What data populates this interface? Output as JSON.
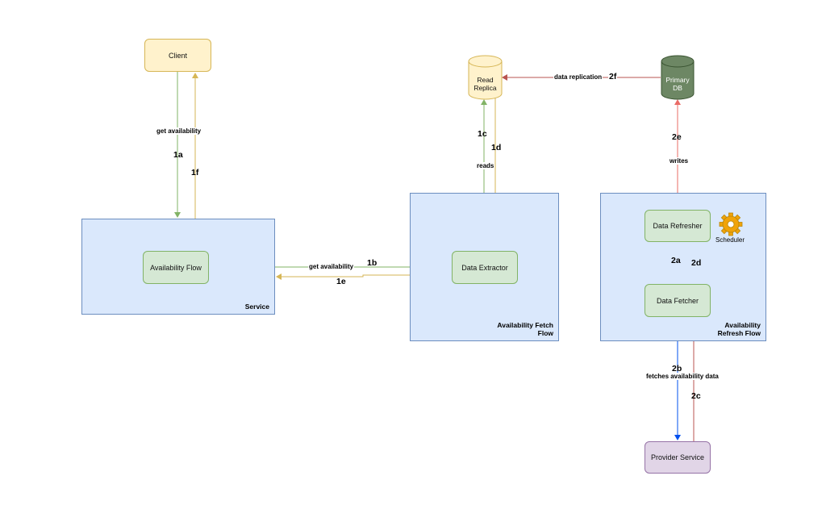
{
  "nodes": {
    "client": "Client",
    "availability_flow": "Availability Flow",
    "data_extractor": "Data Extractor",
    "read_replica": "Read Replica",
    "primary_db": "Primary DB",
    "data_refresher": "Data Refresher",
    "data_fetcher": "Data Fetcher",
    "provider_service": "Provider Service",
    "scheduler": "Scheduler"
  },
  "containers": {
    "service": "Service",
    "fetch_flow": "Availability Fetch Flow",
    "refresh_flow": "Availability Refresh Flow"
  },
  "edge_labels": {
    "get_availability_1": "get availability",
    "step_1a": "1a",
    "step_1f": "1f",
    "get_availability_2": "get availability",
    "step_1b": "1b",
    "step_1e": "1e",
    "step_1c": "1c",
    "step_1d": "1d",
    "reads": "reads",
    "data_replication": "data replication",
    "step_2f": "2f",
    "step_2e": "2e",
    "writes": "writes",
    "step_2a": "2a",
    "step_2d": "2d",
    "step_2b": "2b",
    "fetches_availability_data": "fetches availability data",
    "step_2c": "2c"
  },
  "colors": {
    "green_edge": "#82b366",
    "yellow_edge": "#d6b656",
    "red_edge": "#b85450",
    "pink_edge": "#ea6b66",
    "blue_edge": "#0050ef",
    "db_fill": "#6d8764"
  },
  "icons": {
    "scheduler": "gear-icon"
  }
}
